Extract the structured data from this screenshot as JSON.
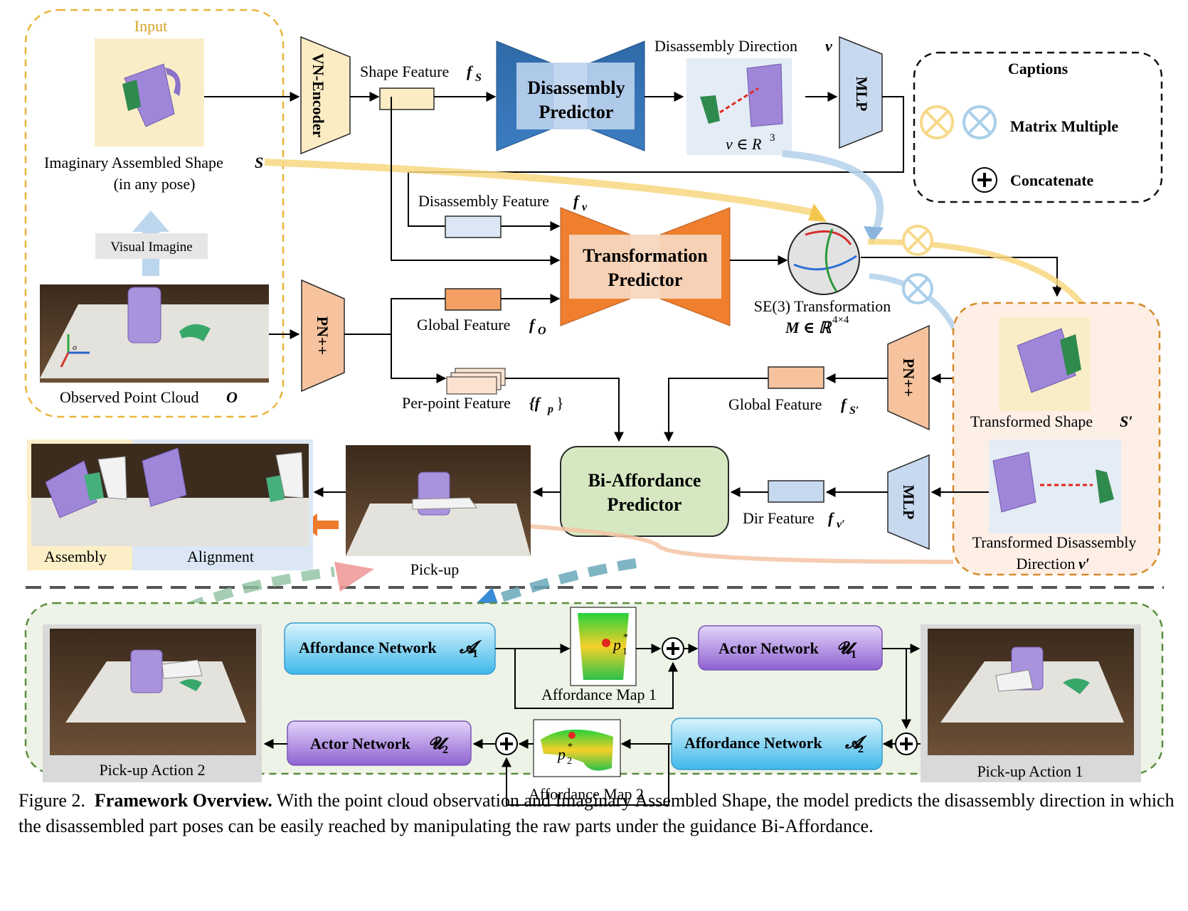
{
  "input": {
    "title": "Input",
    "imaginary_shape_label": "Imaginary Assembled Shape",
    "imaginary_shape_symbol": "S",
    "imaginary_shape_sub": "(in any pose)",
    "visual_imagine": "Visual Imagine",
    "observed_label": "Observed Point Cloud",
    "observed_symbol": "O",
    "axis_origin": "o"
  },
  "vn_encoder": "VN-Encoder",
  "shape_feature": {
    "label": "Shape Feature",
    "symbol": "f",
    "sub": "S"
  },
  "disassembly_predictor": {
    "line1": "Disassembly",
    "line2": "Predictor"
  },
  "disassembly_direction": {
    "label": "Disassembly Direction",
    "symbol": "v",
    "expr": "v ∈ R",
    "exp": "3"
  },
  "mlp_top": "MLP",
  "captions": {
    "title": "Captions",
    "matrix": "Matrix Multiple",
    "concat": "Concatenate"
  },
  "disassembly_feature": {
    "label": "Disassembly Feature",
    "symbol": "f",
    "sub": "v"
  },
  "transformation_predictor": {
    "line1": "Transformation",
    "line2": "Predictor"
  },
  "se3": {
    "label": "SE(3) Transformation",
    "expr": "M ∈ ℝ",
    "exp": "4×4"
  },
  "pn_left": "PN++",
  "global_feature_o": {
    "label": "Global Feature",
    "symbol": "f",
    "sub": "O"
  },
  "per_point": {
    "label": "Per-point Feature",
    "expr": "{f",
    "sub": "p",
    "close": "}"
  },
  "pn_right": "PN++",
  "global_feature_s": {
    "label": "Global Feature",
    "symbol": "f",
    "sub": "S′"
  },
  "transformed_shape": {
    "label": "Transformed Shape",
    "symbol": "S′"
  },
  "bi_affordance": {
    "line1": "Bi-Affordance",
    "line2": "Predictor"
  },
  "mlp_bottom": "MLP",
  "dir_feature": {
    "label": "Dir Feature",
    "symbol": "f",
    "sub": "v′"
  },
  "transformed_dir": {
    "line1": "Transformed Disassembly",
    "line2": "Direction",
    "symbol": "v′"
  },
  "outputs": {
    "assembly": "Assembly",
    "alignment": "Alignment",
    "pickup": "Pick-up"
  },
  "bottom": {
    "aff1": {
      "label": "Affordance Network",
      "sub": "1"
    },
    "actor1": {
      "label": "Actor Network",
      "sub": "1"
    },
    "aff2": {
      "label": "Affordance Network",
      "sub": "2"
    },
    "actor2": {
      "label": "Actor Network",
      "sub": "2"
    },
    "map1": "Affordance Map 1",
    "map2": "Affordance Map 2",
    "p1": "p",
    "p1_sub": "1",
    "p2": "p",
    "p2_sub": "2",
    "action1": "Pick-up Action 1",
    "action2": "Pick-up Action 2"
  },
  "caption": {
    "prefix": "Figure 2.",
    "bold": "Framework Overview.",
    "text": "With the point cloud observation and Imaginary Assembled Shape, the model predicts the disassembly direction in which the disassembled part poses can be easily reached by manipulating the raw parts under the guidance Bi-Affordance."
  },
  "colors": {
    "input_border": "#e9b53b",
    "orange": "#f08a3c",
    "blue": "#3a78b4",
    "green_box": "#d8e8c4",
    "cyan": "#5cc4ee",
    "purple": "#9a72d6"
  }
}
